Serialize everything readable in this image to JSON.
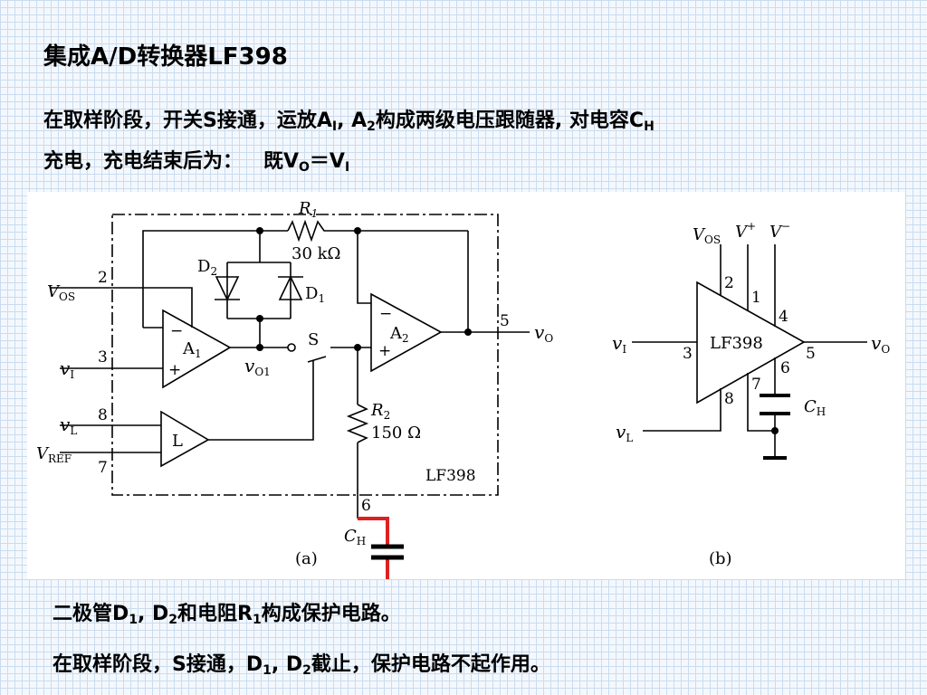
{
  "title": "集成A/D转换器LF398",
  "para1": {
    "line1_a": "在取样阶段，开关S接通，运放A",
    "line1_sub1": "I",
    "line1_b": ", A",
    "line1_sub2": "2",
    "line1_c": "构成两级电压跟随器, 对电容C",
    "line1_sub3": "H",
    "line2_a": "充电，充电结束后为：   既V",
    "line2_sub1": "O",
    "line2_b": "＝V",
    "line2_sub2": "I"
  },
  "para2": {
    "a": "二极管D",
    "sub1": "1",
    "b": ", D",
    "sub2": "2",
    "c": "和电阻R",
    "sub3": "1",
    "d": "构成保护电路。"
  },
  "para3": {
    "a": "在取样阶段，S接通，D",
    "sub1": "1",
    "b": ", D",
    "sub2": "2",
    "c": "截止，保护电路不起作用。"
  },
  "figure_a": {
    "r1": "R",
    "r1_sub": "1",
    "r1_value": "30 kΩ",
    "d2": "D",
    "d2_sub": "2",
    "d1": "D",
    "d1_sub": "1",
    "vos": "V",
    "vos_sub": "OS",
    "pin2": "2",
    "a1": "A",
    "a1_sub": "1",
    "a2": "A",
    "a2_sub": "2",
    "switch": "S",
    "pin5": "5",
    "vo": "v",
    "vo_sub": "O",
    "pin3": "3",
    "vi": "v",
    "vi_sub": "I",
    "vo1": "v",
    "vo1_sub": "O1",
    "pin8": "8",
    "vl": "v",
    "vl_sub": "L",
    "l_block": "L",
    "r2": "R",
    "r2_sub": "2",
    "r2_value": "150 Ω",
    "vref": "V",
    "vref_sub": "REF",
    "pin7": "7",
    "chip": "LF398",
    "pin6": "6",
    "ch": "C",
    "ch_sub": "H",
    "minus": "−",
    "plus": "+",
    "caption": "(a)"
  },
  "figure_b": {
    "vos": "V",
    "vos_sub": "OS",
    "vplus": "V",
    "vplus_sup": "+",
    "vminus": "V",
    "vminus_sup": "−",
    "pin2": "2",
    "pin1": "1",
    "pin4": "4",
    "vi": "v",
    "vi_sub": "I",
    "pin3": "3",
    "chip": "LF398",
    "pin5": "5",
    "vo": "v",
    "vo_sub": "O",
    "pin6": "6",
    "pin7": "7",
    "ch": "C",
    "ch_sub": "H",
    "pin8": "8",
    "vl": "v",
    "vl_sub": "L",
    "caption": "(b)"
  },
  "colors": {
    "highlight": "#e02020",
    "wire": "#000000"
  }
}
